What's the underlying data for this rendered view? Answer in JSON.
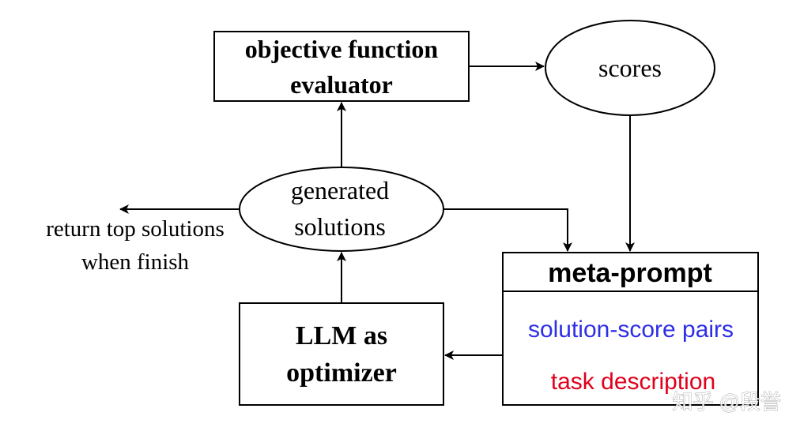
{
  "nodes": {
    "evaluator": {
      "line1": "objective function",
      "line2": "evaluator"
    },
    "scores": {
      "label": "scores"
    },
    "generated": {
      "line1": "generated",
      "line2": "solutions"
    },
    "return": {
      "line1": "return top solutions",
      "line2": "when finish"
    },
    "llm": {
      "line1": "LLM as",
      "line2": "optimizer"
    },
    "meta_prompt": {
      "title": "meta-prompt",
      "pairs": "solution-score pairs",
      "task": "task description"
    }
  },
  "colors": {
    "pairs": "#2e2ee6",
    "task": "#e0001b",
    "stroke": "#000000"
  },
  "watermark": {
    "text": "知乎 @段誉"
  }
}
